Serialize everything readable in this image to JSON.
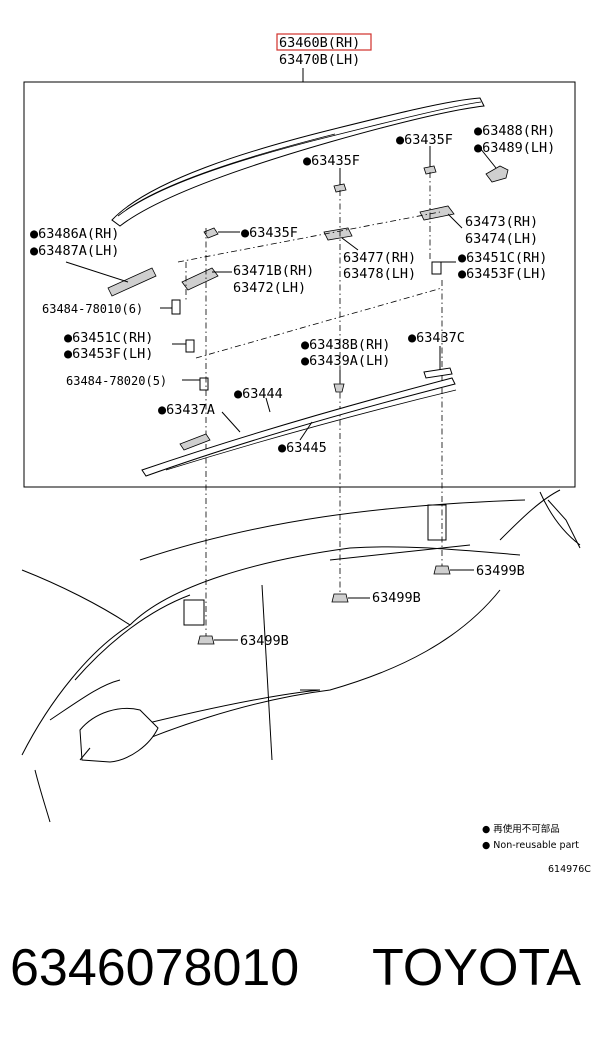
{
  "diagram": {
    "top_labels": {
      "rh": "63460B(RH)",
      "lh": "63470B(LH)"
    },
    "callouts": {
      "c63435F_a": "●63435F",
      "c63488": "●63488(RH)",
      "c63489": "●63489(LH)",
      "c63435F_b": "●63435F",
      "c63486A": "●63486A(RH)",
      "c63487A": "●63487A(LH)",
      "c63435F_c": "●63435F",
      "c63473": "63473(RH)",
      "c63474": "63474(LH)",
      "c63471B": "63471B(RH)",
      "c63472": "63472(LH)",
      "c63477": "63477(RH)",
      "c63478": "63478(LH)",
      "c63451C_r": "●63451C(RH)",
      "c63453F_r": "●63453F(LH)",
      "c63484_6": "63484-78010(6)",
      "c63451C_l": "●63451C(RH)",
      "c63453F_l": "●63453F(LH)",
      "c63437C": "●63437C",
      "c63438B": "●63438B(RH)",
      "c63439A": "●63439A(LH)",
      "c63484_5": "63484-78020(5)",
      "c63444": "●63444",
      "c63437A": "●63437A",
      "c63445": "●63445",
      "c63499B_1": "63499B",
      "c63499B_2": "63499B",
      "c63499B_3": "63499B"
    },
    "legend": {
      "jp": "● 再使用不可部品",
      "en": "● Non-reusable part"
    },
    "ref_code": "614976C",
    "highlight_color": "#d0302a"
  },
  "footer": {
    "part_number": "6346078010",
    "brand": "TOYOTA"
  }
}
